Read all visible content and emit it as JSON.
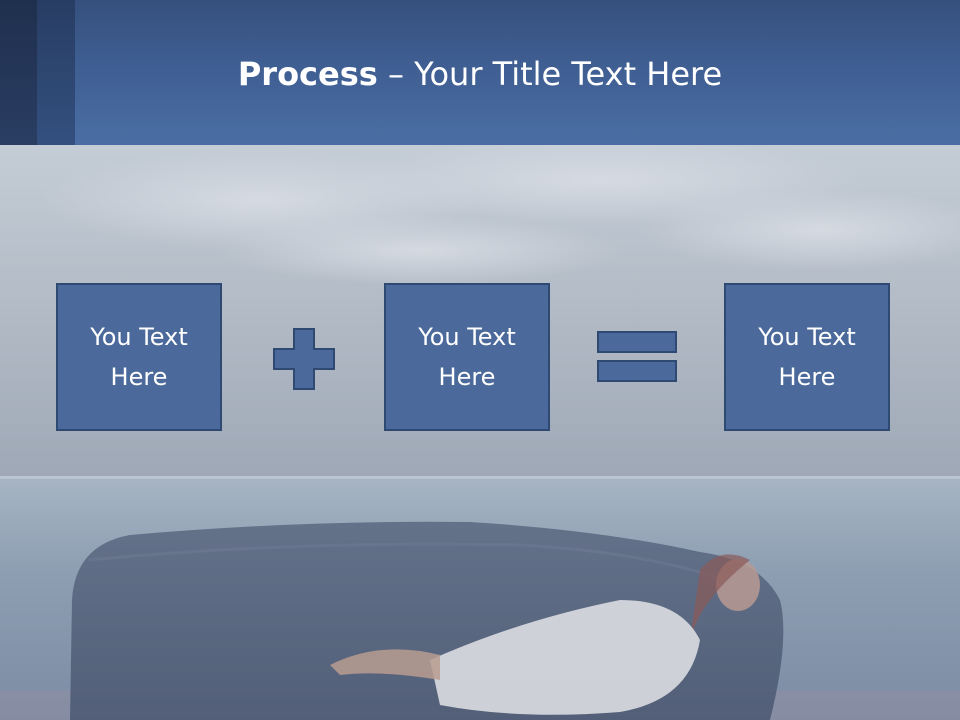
{
  "slide": {
    "title_bold": "Process",
    "title_rest": " – Your Title Text Here"
  },
  "process": {
    "steps": [
      {
        "text": "You Text Here"
      },
      {
        "text": "You Text Here"
      },
      {
        "text": "You Text Here"
      }
    ],
    "operators": [
      "plus-icon",
      "equals-icon"
    ]
  },
  "theme": {
    "header_color": "#4a6ea4",
    "box_fill": "#4b6a9b",
    "box_border": "#2f4a72",
    "text_color": "#ffffff"
  }
}
